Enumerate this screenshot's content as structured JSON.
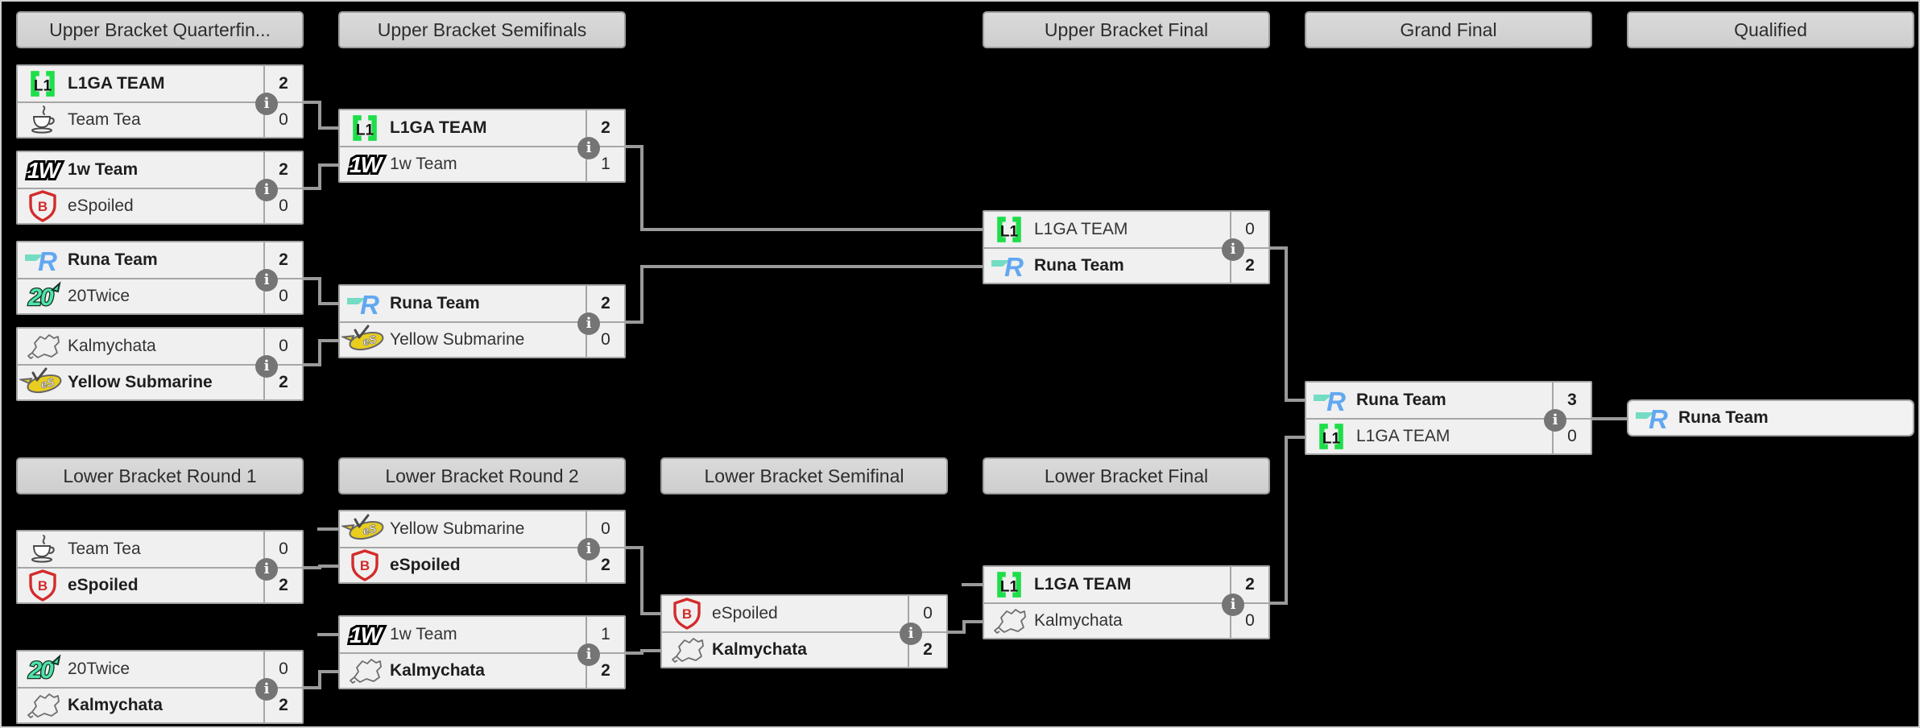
{
  "page": {
    "background": "#000000",
    "frame_border": "#cfcfcf"
  },
  "colors": {
    "header_bg": "#d4d4d4",
    "header_border": "#9e9e9e",
    "header_text": "#2d2d2d",
    "row_bg": "#f0f0f0",
    "row_border": "#a6a6a6",
    "team_text": "#333333",
    "connector": "#9a9a9a",
    "info_icon_bg": "#757575",
    "info_icon_fg": "#ffffff",
    "l1ga_green": "#1ede4a",
    "espoiled_red": "#d32b2b",
    "runa_blue": "#62a7f1",
    "runa_teal": "#74dcc3",
    "twice_mint": "#4fe3a8",
    "submarine_yellow": "#e9cd1f"
  },
  "headers": {
    "upper_row": [
      {
        "label": "Upper Bracket Quarterfin...",
        "col": 1
      },
      {
        "label": "Upper Bracket Semifinals",
        "col": 2
      },
      {
        "label": "Upper Bracket Final",
        "col": 4
      },
      {
        "label": "Grand Final",
        "col": 5
      },
      {
        "label": "Qualified",
        "col": 6
      }
    ],
    "lower_row": [
      {
        "label": "Lower Bracket Round 1",
        "col": 1
      },
      {
        "label": "Lower Bracket Round 2",
        "col": 2
      },
      {
        "label": "Lower Bracket Semifinal",
        "col": 3
      },
      {
        "label": "Lower Bracket Final",
        "col": 4
      }
    ]
  },
  "info_icon_glyph": "i",
  "matches": [
    {
      "id": "ubqf1",
      "round": "Upper Bracket Quarterfinals",
      "teams": [
        {
          "name": "L1GA TEAM",
          "icon": "l1ga-icon",
          "score": "2",
          "winner": true
        },
        {
          "name": "Team Tea",
          "icon": "teacup-icon",
          "score": "0",
          "winner": false
        }
      ]
    },
    {
      "id": "ubqf2",
      "round": "Upper Bracket Quarterfinals",
      "teams": [
        {
          "name": "1w Team",
          "icon": "1w-icon",
          "score": "2",
          "winner": true
        },
        {
          "name": "eSpoiled",
          "icon": "espoiled-shield-icon",
          "score": "0",
          "winner": false
        }
      ]
    },
    {
      "id": "ubqf3",
      "round": "Upper Bracket Quarterfinals",
      "teams": [
        {
          "name": "Runa Team",
          "icon": "runa-icon",
          "score": "2",
          "winner": true
        },
        {
          "name": "20Twice",
          "icon": "20twice-icon",
          "score": "0",
          "winner": false
        }
      ]
    },
    {
      "id": "ubqf4",
      "round": "Upper Bracket Quarterfinals",
      "teams": [
        {
          "name": "Kalmychata",
          "icon": "kalmychata-map-icon",
          "score": "0",
          "winner": false
        },
        {
          "name": "Yellow Submarine",
          "icon": "yellow-submarine-icon",
          "score": "2",
          "winner": true
        }
      ]
    },
    {
      "id": "ubsf1",
      "round": "Upper Bracket Semifinals",
      "teams": [
        {
          "name": "L1GA TEAM",
          "icon": "l1ga-icon",
          "score": "2",
          "winner": true
        },
        {
          "name": "1w Team",
          "icon": "1w-icon",
          "score": "1",
          "winner": false
        }
      ]
    },
    {
      "id": "ubsf2",
      "round": "Upper Bracket Semifinals",
      "teams": [
        {
          "name": "Runa Team",
          "icon": "runa-icon",
          "score": "2",
          "winner": true
        },
        {
          "name": "Yellow Submarine",
          "icon": "yellow-submarine-icon",
          "score": "0",
          "winner": false
        }
      ]
    },
    {
      "id": "ubf",
      "round": "Upper Bracket Final",
      "teams": [
        {
          "name": "L1GA TEAM",
          "icon": "l1ga-icon",
          "score": "0",
          "winner": false
        },
        {
          "name": "Runa Team",
          "icon": "runa-icon",
          "score": "2",
          "winner": true
        }
      ]
    },
    {
      "id": "gf",
      "round": "Grand Final",
      "teams": [
        {
          "name": "Runa Team",
          "icon": "runa-icon",
          "score": "3",
          "winner": true
        },
        {
          "name": "L1GA TEAM",
          "icon": "l1ga-icon",
          "score": "0",
          "winner": false
        }
      ]
    },
    {
      "id": "lbr1m1",
      "round": "Lower Bracket Round 1",
      "teams": [
        {
          "name": "Team Tea",
          "icon": "teacup-icon",
          "score": "0",
          "winner": false
        },
        {
          "name": "eSpoiled",
          "icon": "espoiled-shield-icon",
          "score": "2",
          "winner": true
        }
      ]
    },
    {
      "id": "lbr1m2",
      "round": "Lower Bracket Round 1",
      "teams": [
        {
          "name": "20Twice",
          "icon": "20twice-icon",
          "score": "0",
          "winner": false
        },
        {
          "name": "Kalmychata",
          "icon": "kalmychata-map-icon",
          "score": "2",
          "winner": true
        }
      ]
    },
    {
      "id": "lbr2m1",
      "round": "Lower Bracket Round 2",
      "teams": [
        {
          "name": "Yellow Submarine",
          "icon": "yellow-submarine-icon",
          "score": "0",
          "winner": false
        },
        {
          "name": "eSpoiled",
          "icon": "espoiled-shield-icon",
          "score": "2",
          "winner": true
        }
      ]
    },
    {
      "id": "lbr2m2",
      "round": "Lower Bracket Round 2",
      "teams": [
        {
          "name": "1w Team",
          "icon": "1w-icon",
          "score": "1",
          "winner": false
        },
        {
          "name": "Kalmychata",
          "icon": "kalmychata-map-icon",
          "score": "2",
          "winner": true
        }
      ]
    },
    {
      "id": "lbsf",
      "round": "Lower Bracket Semifinal",
      "teams": [
        {
          "name": "eSpoiled",
          "icon": "espoiled-shield-icon",
          "score": "0",
          "winner": false
        },
        {
          "name": "Kalmychata",
          "icon": "kalmychata-map-icon",
          "score": "2",
          "winner": true
        }
      ]
    },
    {
      "id": "lbf",
      "round": "Lower Bracket Final",
      "teams": [
        {
          "name": "L1GA TEAM",
          "icon": "l1ga-icon",
          "score": "2",
          "winner": true
        },
        {
          "name": "Kalmychata",
          "icon": "kalmychata-map-icon",
          "score": "0",
          "winner": false
        }
      ]
    }
  ],
  "qualified": {
    "name": "Runa Team",
    "icon": "runa-icon"
  },
  "progression": [
    {
      "from": "ubqf1",
      "to": "ubsf1",
      "slot": 0
    },
    {
      "from": "ubqf2",
      "to": "ubsf1",
      "slot": 1
    },
    {
      "from": "ubqf3",
      "to": "ubsf2",
      "slot": 0
    },
    {
      "from": "ubqf4",
      "to": "ubsf2",
      "slot": 1
    },
    {
      "from": "ubsf1",
      "to": "ubf",
      "slot": 0
    },
    {
      "from": "ubsf2",
      "to": "ubf",
      "slot": 1
    },
    {
      "from": "ubf",
      "to": "gf",
      "slot": 0
    },
    {
      "from": "lbf",
      "to": "gf",
      "slot": 1
    },
    {
      "from": "gf",
      "to": "qualified",
      "slot": 0
    },
    {
      "from": "lbr1m1",
      "to": "lbr2m1",
      "slot": 1
    },
    {
      "from": "lbr1m2",
      "to": "lbr2m2",
      "slot": 1
    },
    {
      "from": "lbr2m1",
      "to": "lbsf",
      "slot": 0
    },
    {
      "from": "lbr2m2",
      "to": "lbsf",
      "slot": 1
    },
    {
      "from": "lbsf",
      "to": "lbf",
      "slot": 1
    },
    {
      "to": "lbr2m1",
      "slot": 0,
      "drop_in": true
    },
    {
      "to": "lbr2m2",
      "slot": 0,
      "drop_in": true
    },
    {
      "to": "lbf",
      "slot": 0,
      "drop_in": true
    }
  ]
}
